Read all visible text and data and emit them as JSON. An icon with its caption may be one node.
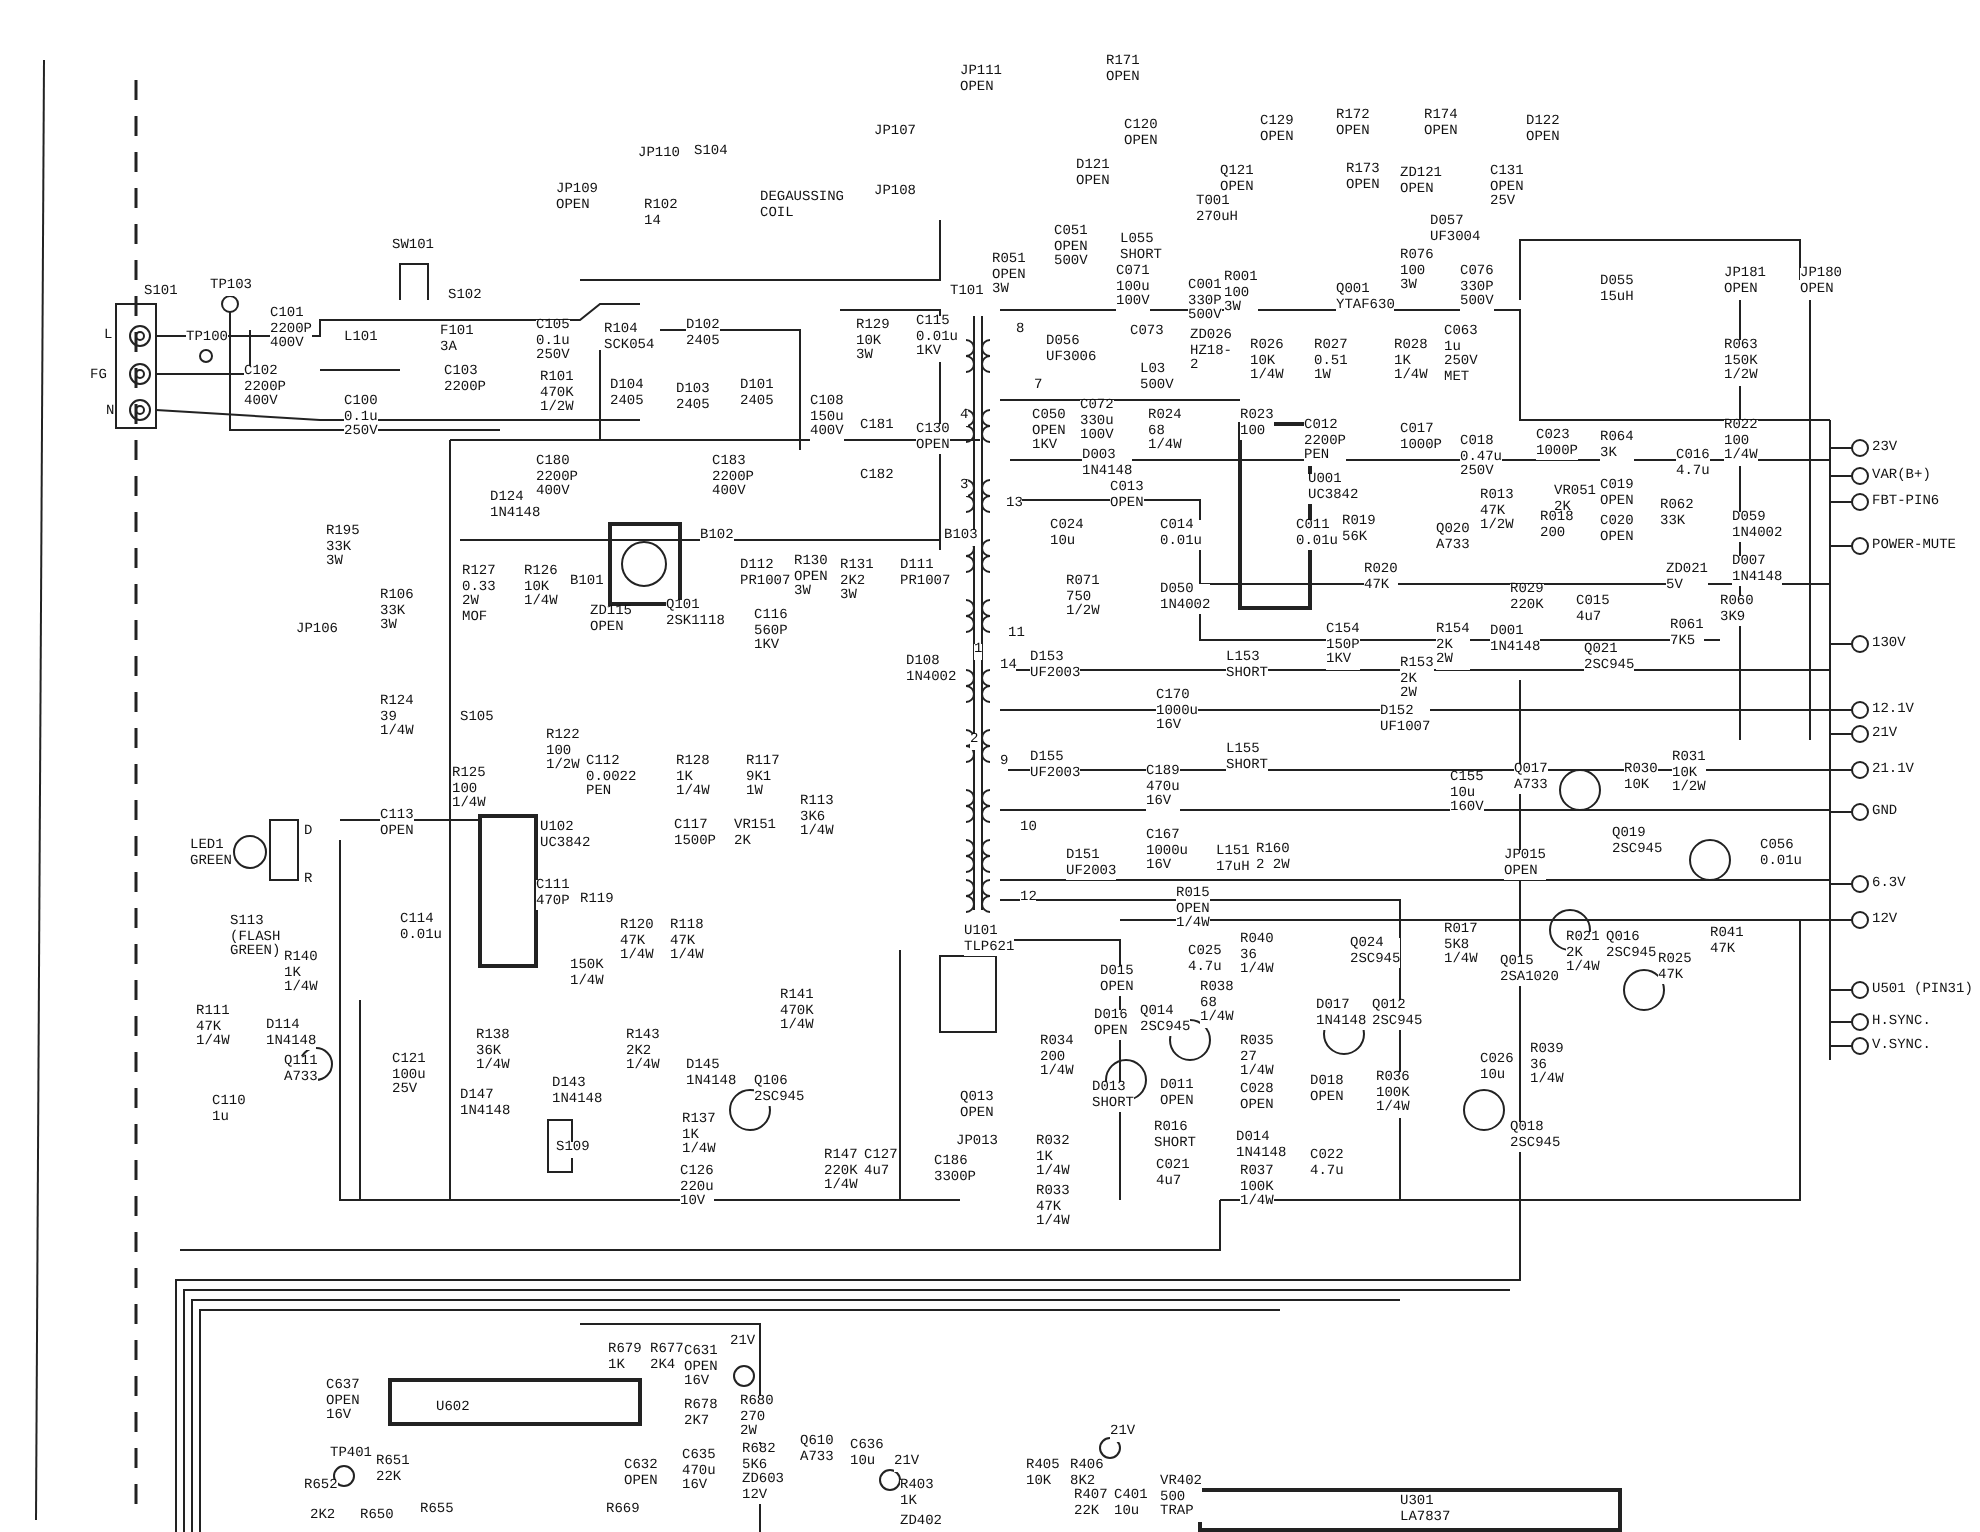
{
  "diagram": {
    "labels": [
      "JP111 OPEN",
      "R171 OPEN",
      "JP107",
      "C120 OPEN",
      "C129 OPEN",
      "R172 OPEN",
      "R174 OPEN",
      "D122 OPEN",
      "JP110",
      "S104",
      "D121 OPEN",
      "Q121 OPEN",
      "R173 OPEN",
      "ZD121 OPEN",
      "C131 OPEN 25V",
      "JP109 OPEN",
      "R102 14",
      "DEGAUSSING COIL",
      "JP108",
      "T001 270uH",
      "SW101",
      "C051 OPEN 500V",
      "L055 SHORT",
      "D057 UF3004",
      "S101",
      "TP103",
      "S102",
      "T101",
      "R051 OPEN 3W",
      "C071 100u 100V",
      "C001 330P 500V",
      "R001 100 3W",
      "Q001 YTAF630",
      "R076 100 3W",
      "C076 330P 500V",
      "D055 15uH",
      "JP181 OPEN",
      "JP180 OPEN",
      "L",
      "TP100",
      "C101 2200P 400V",
      "L101",
      "F101 3A",
      "C105 0.1u 250V",
      "R104 SCK054",
      "D102 2405",
      "R129 10K 3W",
      "C115 0.01u 1KV",
      "8",
      "D056 UF3006",
      "C073",
      "ZD026 HZ18-2",
      "R026 10K 1/4W",
      "R027 0.51 1W",
      "R028 1K 1/4W",
      "C063 1u 250V MET",
      "R063 150K 1/2W",
      "FG",
      "C102 2200P 400V",
      "C103 2200P",
      "R101 470K 1/2W",
      "D104 2405",
      "D103 2405",
      "D101 2405",
      "7",
      "L03 500V",
      "N",
      "C100 0.1u 250V",
      "C108 150u 400V",
      "C181",
      "C130 OPEN",
      "4",
      "C050 OPEN 1KV",
      "C072 330u 100V",
      "R024 68 1/4W",
      "R023 100",
      "C012 2200P PEN",
      "C017 1000P",
      "C018 0.47u 250V",
      "C023 1000P",
      "R064 3K",
      "R022 100 1/4W",
      "D124 1N4148",
      "C180 2200P 400V",
      "C183 2200P 400V",
      "C182",
      "3",
      "13",
      "D003 1N4148",
      "C013 OPEN",
      "U001 UC3842",
      "R013 47K 1/2W",
      "VR051 2K",
      "C019 OPEN",
      "R062 33K",
      "C016 4.7u",
      "23V",
      "VAR(B+)",
      "FBT-PIN6",
      "R195 33K 3W",
      "B102",
      "B103",
      "C024 10u",
      "C014 0.01u",
      "C011 0.01u",
      "R019 56K",
      "Q020 A733",
      "R018 200",
      "C020 OPEN",
      "D059 1N4002",
      "POWER-MUTE",
      "R106 33K 3W",
      "R127 0.33 2W MOF",
      "R126 10K 1/4W",
      "B101",
      "ZD115 OPEN",
      "Q101 2SK1118",
      "D112 PR1007",
      "C116 560P 1KV",
      "R130 OPEN 3W",
      "R131 2K2 3W",
      "D111 PR1007",
      "R071 750 1/2W",
      "D050 1N4002",
      "R020 47K",
      "R029 220K",
      "C015 4u7",
      "ZD021 5V",
      "R060 3K9",
      "D007 1N4148",
      "JP106",
      "D108 1N4002",
      "1",
      "14",
      "11",
      "D153 UF2003",
      "L153 SHORT",
      "C154 150P 1KV",
      "R153 2K 2W",
      "R154 2K 2W",
      "D001 1N4148",
      "Q021 2SC945",
      "R061 7K5",
      "130V",
      "R124 39 1/4W",
      "S105",
      "R122 100 1/2W",
      "2",
      "C170 1000u 16V",
      "D152 UF1007",
      "12.1V",
      "21V",
      "R125 100 1/4W",
      "C112 0.0022 PEN",
      "R128 1K 1/4W",
      "R117 9K1 1W",
      "R113 3K6 1/4W",
      "9",
      "D155 UF2003",
      "C189 470u 16V",
      "L155 SHORT",
      "C155 10u 160V",
      "Q017 A733",
      "R030 10K",
      "R031 10K 1/2W",
      "21.1V",
      "LED1 GREEN",
      "D",
      "C113 OPEN",
      "U102 UC3842",
      "C117 1500P",
      "VR151 2K",
      "10",
      "D151 UF2003",
      "C167 1000u 16V",
      "L151 17uH",
      "R160 2 2W",
      "JP015 OPEN",
      "Q019 2SC945",
      "C056 0.01u",
      "GND",
      "R",
      "C111 470P",
      "R119",
      "12",
      "R015 OPEN 1/4W",
      "6.3V",
      "S113 (FLASH GREEN)",
      "R140 1K 1/4W",
      "C114 0.01u",
      "150K 1/4W",
      "R120 47K 1/4W",
      "R118 47K 1/4W",
      "U101 TLP621",
      "D015 OPEN",
      "C025 4.7u",
      "R040 36 1/4W",
      "Q024 2SC945",
      "R017 5K8 1/4W",
      "Q015 2SA1020",
      "R021 2K 1/4W",
      "Q016 2SC945",
      "R025 47K",
      "R041 47K",
      "12V",
      "R111 47K 1/4W",
      "D114 1N4148",
      "R141 470K 1/4W",
      "D016 OPEN",
      "Q014 2SC945",
      "R038 68 1/4W",
      "D017 1N4148",
      "Q012 2SC945",
      "U501 (PIN31)",
      "H.SYNC.",
      "C110 1u",
      "Q111 A733",
      "C121 100u 25V",
      "D147 1N4148",
      "R138 36K 1/4W",
      "D143 1N4148",
      "R143 2K2 1/4W",
      "D145 1N4148",
      "Q106 2SC945",
      "Q013 OPEN",
      "R034 200 1/4W",
      "D013 SHORT",
      "D011 OPEN",
      "R035 27 1/4W",
      "C028 OPEN",
      "D018 OPEN",
      "R036 100K 1/4W",
      "C026 10u",
      "R039 36 1/4W",
      "V.SYNC.",
      "S109",
      "C126 220u 10V",
      "R137 1K 1/4W",
      "R147 220K 1/4W",
      "C127 4u7",
      "C186 3300P",
      "JP013",
      "R032 1K 1/4W",
      "R033 47K 1/4W",
      "R016 SHORT",
      "C021 4u7",
      "D014 1N4148",
      "R037 100K 1/4W",
      "C022 4.7u",
      "Q018 2SC945",
      "R679 1K",
      "R677 2K4",
      "C631 OPEN 16V",
      "21V",
      "C637 OPEN 16V",
      "U602",
      "R678 2K7",
      "R680 270 2W",
      "TP401",
      "R651 22K",
      "C632 OPEN",
      "C635 470u 16V",
      "R682 5K6 ZD603 12V",
      "Q610 A733",
      "C636 10u",
      "21V",
      "R405 10K",
      "R406 8K2",
      "21V",
      "R652",
      "2K2",
      "R650",
      "R655",
      "R669",
      "R403 1K",
      "ZD402",
      "R407 22K",
      "C401 10u",
      "VR402 500 TRAP",
      "U301 LA7837"
    ]
  }
}
